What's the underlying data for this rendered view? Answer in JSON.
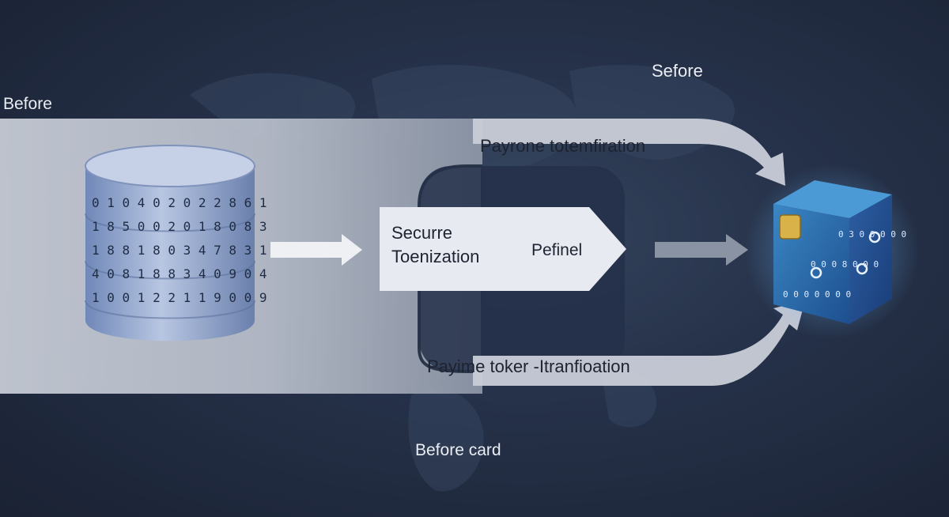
{
  "labels": {
    "before_left": "Before",
    "before_right": "Sefore",
    "top_arrow": "Payrone totemfiration",
    "secure_line1": "Securre",
    "secure_line2": "Toenization",
    "pefinel": "Pefinel",
    "bottom_arrow": "Payime toker -Itranfioation",
    "before_card": "Before card"
  },
  "database_digits": [
    "0 1 0 4 0 2 0 2 2 8 6 1",
    "1 8 5 0 0 2 0 1 8 0 8 3",
    "1 8 8 1 8 0 3 4 7 8 3 1",
    "4 0 8 1 8 8 3 4 0 9 0 4",
    "1 0 0 1 2 2 1 1 9 0 0 9"
  ],
  "cube_digits": [
    "0 3 0 0 0 0 0",
    "0 0 0 8 0 0 0",
    "0 0 0 0 0 0 0"
  ],
  "colors": {
    "background": "#26324a",
    "band": "#c9ced8",
    "cylinder": "#8fa3c8",
    "cube": "#2d6fb0",
    "chip": "#d9b24a"
  }
}
